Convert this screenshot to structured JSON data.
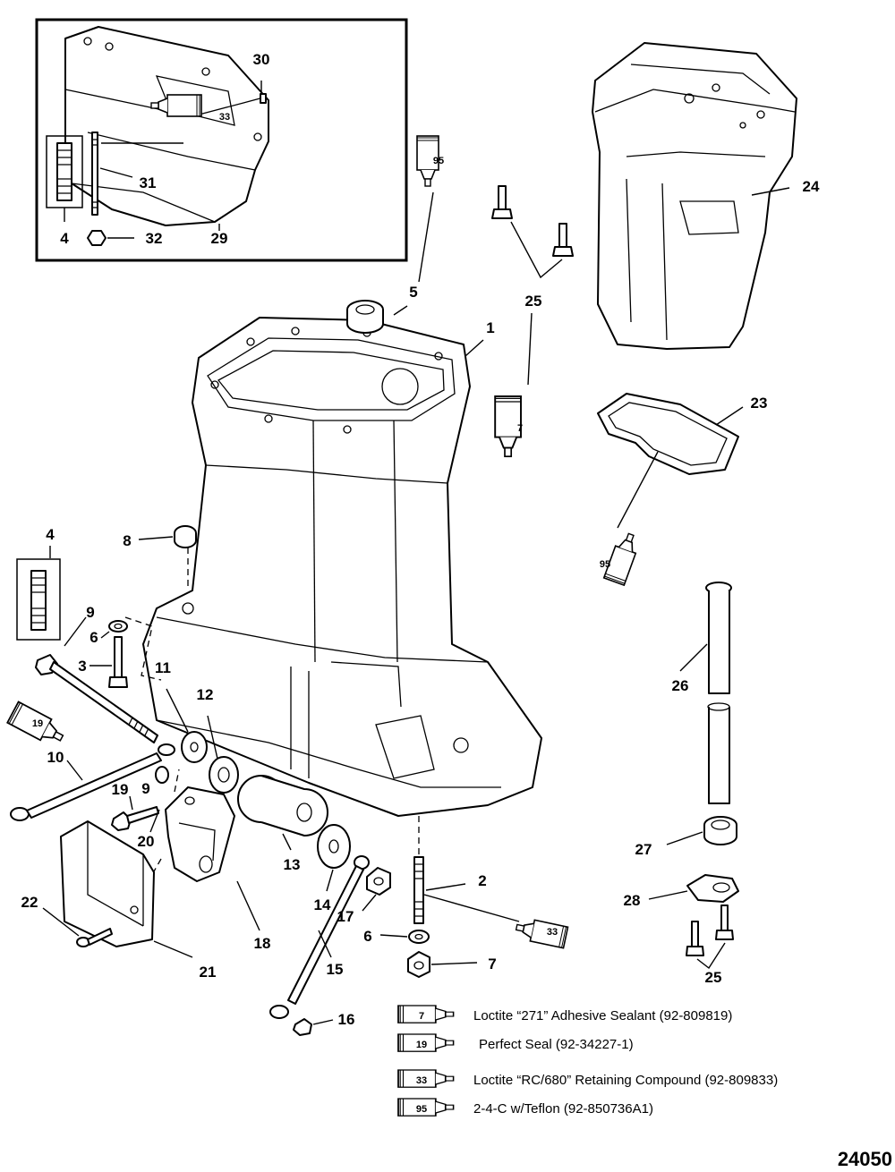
{
  "callouts": {
    "c1": "1",
    "c2": "2",
    "c3": "3",
    "c4a": "4",
    "c4b": "4",
    "c5": "5",
    "c6a": "6",
    "c6b": "6",
    "c7": "7",
    "c8": "8",
    "c9a": "9",
    "c9b": "9",
    "c10": "10",
    "c11": "11",
    "c12": "12",
    "c13": "13",
    "c14": "14",
    "c15": "15",
    "c16": "16",
    "c17": "17",
    "c18": "18",
    "c19": "19",
    "c20": "20",
    "c21": "21",
    "c22": "22",
    "c23": "23",
    "c24": "24",
    "c25a": "25",
    "c25b": "25",
    "c26": "26",
    "c27": "27",
    "c28": "28",
    "c29": "29",
    "c30": "30",
    "c31": "31",
    "c32": "32"
  },
  "tubes": {
    "t33a": "33",
    "t95a": "95",
    "t7a": "7",
    "t95b": "95",
    "t19a": "19",
    "t33b": "33"
  },
  "legend": [
    {
      "code": "7",
      "text": "Loctite “271” Adhesive Sealant (92-809819)"
    },
    {
      "code": "19",
      "text": "Perfect Seal (92-34227-1)"
    },
    {
      "code": "33",
      "text": "Loctite “RC/680” Retaining Compound (92-809833)"
    },
    {
      "code": "95",
      "text": "2-4-C w/Teflon (92-850736A1)"
    }
  ],
  "figure_number": "24050"
}
